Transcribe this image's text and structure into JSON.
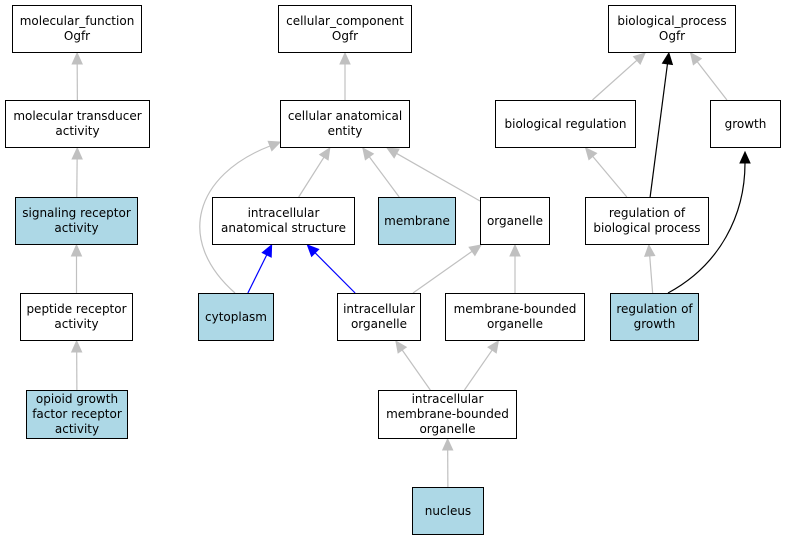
{
  "colors": {
    "highlight_fill": "#add8e6",
    "default_fill": "#ffffff",
    "edge_gray": "#c0c0c0",
    "edge_blue": "#0000ff",
    "edge_black": "#000000"
  },
  "nodes": {
    "mf_root": {
      "label": "molecular_function\nOgfr",
      "highlighted": false
    },
    "mol_transducer": {
      "label": "molecular transducer\nactivity",
      "highlighted": false
    },
    "sig_receptor": {
      "label": "signaling receptor\nactivity",
      "highlighted": true
    },
    "peptide_receptor": {
      "label": "peptide receptor\nactivity",
      "highlighted": false
    },
    "opioid_gf": {
      "label": "opioid growth\nfactor receptor\nactivity",
      "highlighted": true
    },
    "cc_root": {
      "label": "cellular_component\nOgfr",
      "highlighted": false
    },
    "cell_anat": {
      "label": "cellular anatomical\nentity",
      "highlighted": false
    },
    "intra_anat": {
      "label": "intracellular\nanatomical structure",
      "highlighted": false
    },
    "membrane": {
      "label": "membrane",
      "highlighted": true
    },
    "organelle": {
      "label": "organelle",
      "highlighted": false
    },
    "cytoplasm": {
      "label": "cytoplasm",
      "highlighted": true
    },
    "intra_org": {
      "label": "intracellular\norganelle",
      "highlighted": false
    },
    "mem_bound": {
      "label": "membrane-bounded\norganelle",
      "highlighted": false
    },
    "intra_mem_bound": {
      "label": "intracellular\nmembrane-bounded\norganelle",
      "highlighted": false
    },
    "nucleus": {
      "label": "nucleus",
      "highlighted": true
    },
    "bp_root": {
      "label": "biological_process\nOgfr",
      "highlighted": false
    },
    "bio_reg": {
      "label": "biological regulation",
      "highlighted": false
    },
    "growth": {
      "label": "growth",
      "highlighted": false
    },
    "reg_bio": {
      "label": "regulation of\nbiological process",
      "highlighted": false
    },
    "reg_growth": {
      "label": "regulation of\ngrowth",
      "highlighted": true
    }
  },
  "edges": [
    {
      "from": "mol_transducer",
      "to": "mf_root",
      "color": "gray"
    },
    {
      "from": "sig_receptor",
      "to": "mol_transducer",
      "color": "gray"
    },
    {
      "from": "peptide_receptor",
      "to": "sig_receptor",
      "color": "gray"
    },
    {
      "from": "opioid_gf",
      "to": "peptide_receptor",
      "color": "gray"
    },
    {
      "from": "cell_anat",
      "to": "cc_root",
      "color": "gray"
    },
    {
      "from": "intra_anat",
      "to": "cell_anat",
      "color": "gray"
    },
    {
      "from": "membrane",
      "to": "cell_anat",
      "color": "gray"
    },
    {
      "from": "organelle",
      "to": "cell_anat",
      "color": "gray"
    },
    {
      "from": "cytoplasm",
      "to": "cell_anat",
      "color": "gray"
    },
    {
      "from": "cytoplasm",
      "to": "intra_anat",
      "color": "blue"
    },
    {
      "from": "intra_org",
      "to": "intra_anat",
      "color": "blue"
    },
    {
      "from": "intra_org",
      "to": "organelle",
      "color": "gray"
    },
    {
      "from": "mem_bound",
      "to": "organelle",
      "color": "gray"
    },
    {
      "from": "intra_mem_bound",
      "to": "intra_org",
      "color": "gray"
    },
    {
      "from": "intra_mem_bound",
      "to": "mem_bound",
      "color": "gray"
    },
    {
      "from": "nucleus",
      "to": "intra_mem_bound",
      "color": "gray"
    },
    {
      "from": "bio_reg",
      "to": "bp_root",
      "color": "gray"
    },
    {
      "from": "growth",
      "to": "bp_root",
      "color": "gray"
    },
    {
      "from": "reg_bio",
      "to": "bio_reg",
      "color": "gray"
    },
    {
      "from": "reg_bio",
      "to": "bp_root",
      "color": "black"
    },
    {
      "from": "reg_growth",
      "to": "reg_bio",
      "color": "gray"
    },
    {
      "from": "reg_growth",
      "to": "growth",
      "color": "black"
    }
  ]
}
